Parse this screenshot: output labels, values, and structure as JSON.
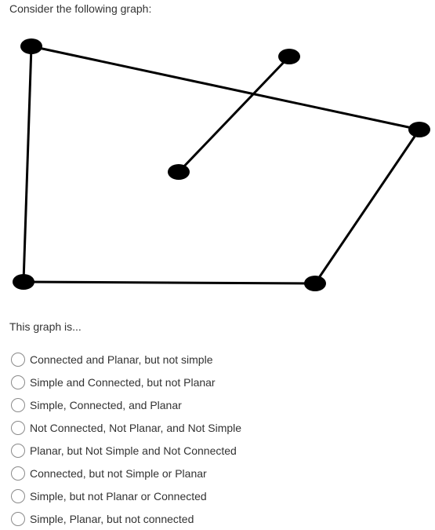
{
  "question": {
    "prompt": "Consider the following graph:",
    "stem": "This graph is..."
  },
  "graph": {
    "nodes": [
      "top-left",
      "top-middle",
      "middle",
      "right",
      "bottom-right",
      "bottom-left"
    ],
    "edges": [
      [
        "top-left",
        "right"
      ],
      [
        "top-middle",
        "middle"
      ],
      [
        "top-left",
        "bottom-left"
      ],
      [
        "bottom-left",
        "bottom-right"
      ],
      [
        "bottom-right",
        "right"
      ]
    ],
    "edge_color": "#000000",
    "node_color": "#000000"
  },
  "options": [
    {
      "label": "Connected and Planar, but not simple",
      "selected": false
    },
    {
      "label": "Simple and Connected, but not Planar",
      "selected": false
    },
    {
      "label": "Simple, Connected, and Planar",
      "selected": false
    },
    {
      "label": "Not Connected, Not Planar, and Not Simple",
      "selected": false
    },
    {
      "label": "Planar, but Not Simple and Not Connected",
      "selected": false
    },
    {
      "label": "Connected, but not Simple or Planar",
      "selected": false
    },
    {
      "label": "Simple, but not Planar or Connected",
      "selected": false
    },
    {
      "label": "Simple, Planar, but not connected",
      "selected": false
    }
  ]
}
